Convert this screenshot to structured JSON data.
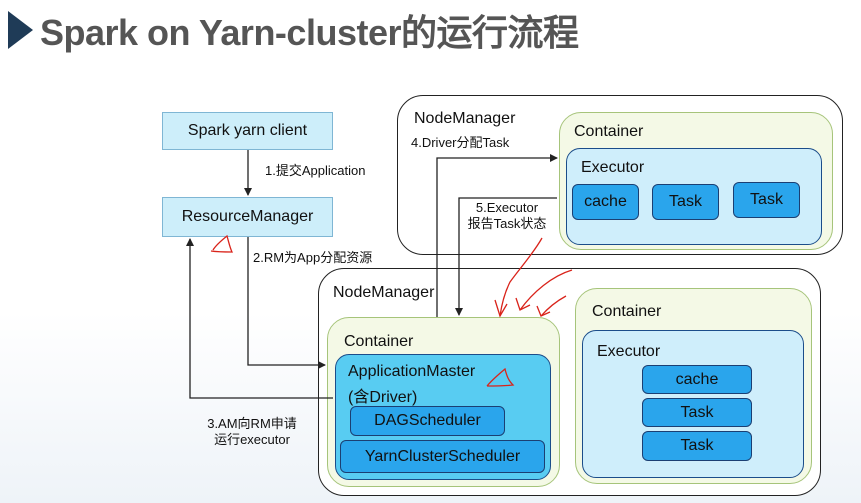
{
  "title": "Spark on Yarn-cluster的运行流程",
  "client": "Spark yarn client",
  "resource_manager": "ResourceManager",
  "nodemanager_top": {
    "label": "NodeManager",
    "container_label": "Container",
    "executor_label": "Executor",
    "items": [
      "cache",
      "Task",
      "Task"
    ]
  },
  "nodemanager_bottom": {
    "label": "NodeManager",
    "container_left": {
      "label": "Container",
      "am_line1": "ApplicationMaster",
      "am_line2": "(含Driver)",
      "dag": "DAGScheduler",
      "yarn_sched": "YarnClusterScheduler"
    },
    "container_right": {
      "label": "Container",
      "executor_label": "Executor",
      "items": [
        "cache",
        "Task",
        "Task"
      ]
    }
  },
  "steps": {
    "s1": "1.提交Application",
    "s2": "2.RM为App分配资源",
    "s3_line1": "3.AM向RM申请",
    "s3_line2": "运行executor",
    "s4": "4.Driver分配Task",
    "s5_line1": "5.Executor",
    "s5_line2": "报告Task状态"
  },
  "colors": {
    "title_arrow": "#1f3b57",
    "client_box": "#cdeefa",
    "container": "#f4f9e6",
    "executor": "#cfeefb",
    "app_master": "#58ccf2",
    "pill": "#2aa5ec",
    "annotation": "#d9231a"
  }
}
